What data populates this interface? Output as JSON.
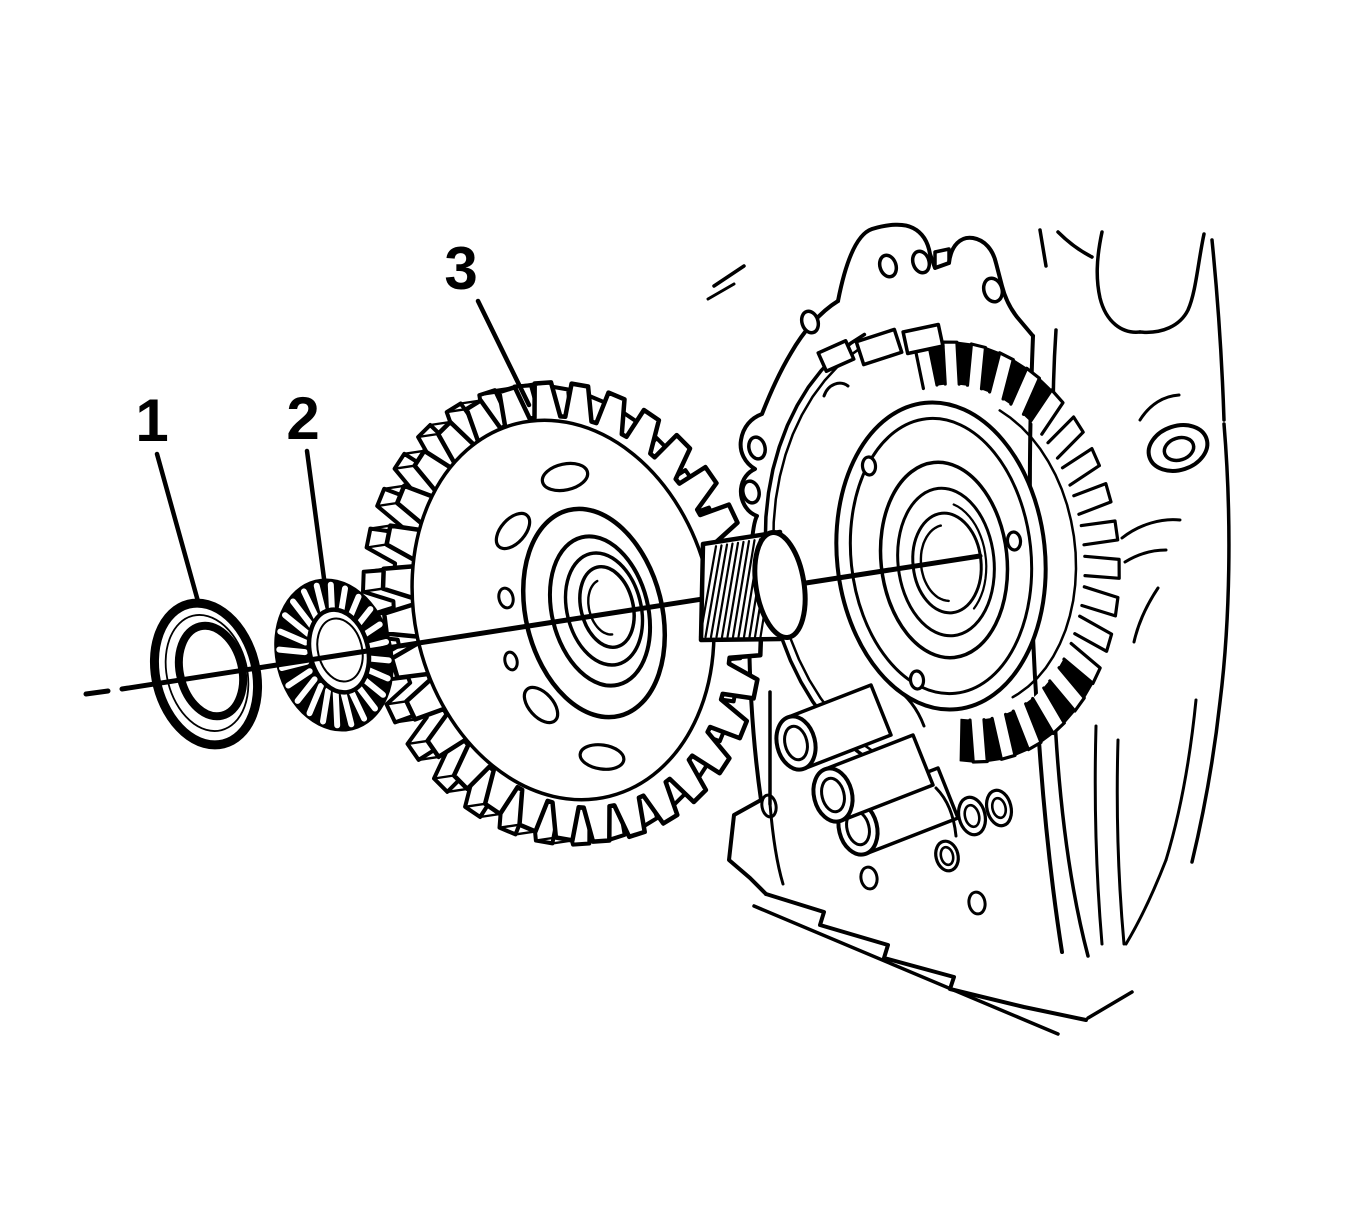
{
  "figure": {
    "callouts": [
      {
        "label": "1"
      },
      {
        "label": "2"
      },
      {
        "label": "3"
      }
    ],
    "colors": {
      "line": "#000000",
      "background": "#ffffff"
    }
  }
}
